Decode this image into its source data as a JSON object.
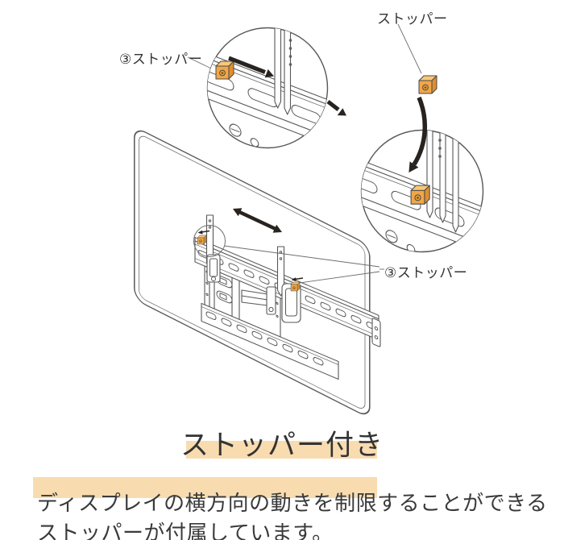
{
  "illustration": {
    "labels": {
      "callout1_stopper": "③ストッパー",
      "loose_stopper": "ストッパー",
      "main_stopper": "③ストッパー"
    },
    "colors": {
      "stopper_orange": "#F2A648",
      "stopper_orange_light": "#F8C878",
      "stopper_orange_dark": "#DE8F2F",
      "line_gray": "#575757",
      "arrow_black": "#28231f",
      "highlight_peach": "#F8DCB0"
    }
  },
  "caption": {
    "title": "ストッパー付き",
    "description_line1": "ディスプレイの横方向の動きを制限することができる",
    "description_line2": "ストッパーが付属しています。"
  }
}
